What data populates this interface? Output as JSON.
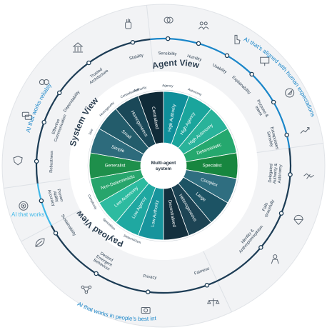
{
  "center": {
    "line1": "Multi-agent",
    "line2": "system"
  },
  "views": {
    "agent": "Agent View",
    "system": "System View",
    "payload": "Payload View"
  },
  "dimensions": {
    "agent": [
      "Authority",
      "Agency",
      "Autonomy"
    ],
    "system": [
      "Size",
      "Homogeneity",
      "Centralisation"
    ],
    "payload": [
      "Complexity",
      "Specialism",
      "Determinism"
    ]
  },
  "segments": [
    {
      "label": "High Authority",
      "color": "#0f8f9a"
    },
    {
      "label": "High Agency",
      "color": "#1aa59c"
    },
    {
      "label": "High Autonomy",
      "color": "#29b39a"
    },
    {
      "label": "Deterministic",
      "color": "#25a86e"
    },
    {
      "label": "Specialist",
      "color": "#17863f"
    },
    {
      "label": "Complex",
      "color": "#2f6e80"
    },
    {
      "label": "Large",
      "color": "#1c5364"
    },
    {
      "label": "Heterogeneous",
      "color": "#1d4454"
    },
    {
      "label": "Decentralised",
      "color": "#13303e"
    },
    {
      "label": "Low Authority",
      "color": "#17949c"
    },
    {
      "label": "Low Agency",
      "color": "#1fa8a1"
    },
    {
      "label": "Low Autonomy",
      "color": "#2dbba0"
    },
    {
      "label": "Non-Deterministic",
      "color": "#27a56c"
    },
    {
      "label": "Generalist",
      "color": "#1e8f4b"
    },
    {
      "label": "Simple",
      "color": "#2d6b7c"
    },
    {
      "label": "Small",
      "color": "#235c6b"
    },
    {
      "label": "Homogeneous",
      "color": "#1a4858"
    },
    {
      "label": "Centralised",
      "color": "#102b38"
    }
  ],
  "groups": [
    {
      "label": "AI that works reliably"
    },
    {
      "label": "AI that's aligned with human expectations"
    },
    {
      "label": "AI that works"
    },
    {
      "label": "AI that works in people's best interests"
    }
  ],
  "principles": [
    {
      "label": "Stability",
      "icon": "hand-stop-icon"
    },
    {
      "label": "Sensibility",
      "icon": "brain-icon"
    },
    {
      "label": "Humility",
      "icon": "people-icon"
    },
    {
      "label": "Usability",
      "icon": "pointer-hand-icon"
    },
    {
      "label": "Explainability",
      "icon": "presentation-icon"
    },
    {
      "label": "Purpose & Intent",
      "icon": "compass-icon"
    },
    {
      "label": "Extrapolates Sensibly",
      "icon": "trend-arrow-icon"
    },
    {
      "label": "Delegated Authority & Autonomy",
      "icon": "handshake-icon"
    },
    {
      "label": "Fails Gracefully",
      "icon": "parachute-icon"
    },
    {
      "label": "Identity & Anthropomorphism",
      "icon": "person-icon"
    },
    {
      "label": "Fairness",
      "icon": "scales-icon"
    },
    {
      "label": "Privacy",
      "icon": "camera-icon"
    },
    {
      "label": "Desired Emergent Behaviour",
      "icon": "network-icon"
    },
    {
      "label": "Sustainability",
      "icon": "leaf-icon"
    },
    {
      "label": "Proven Ability Accuracy",
      "icon": "target-icon"
    },
    {
      "label": "Robustness",
      "icon": "shield-icon"
    },
    {
      "label": "Effective Communication",
      "icon": "chat-icon"
    },
    {
      "label": "Dependability",
      "icon": "link-icon"
    },
    {
      "label": "Trusted Architecture",
      "icon": "building-icon"
    }
  ],
  "colors": {
    "outer_ring": "#f2f3f5",
    "outer_border": "#e1e4e8",
    "arc_blue": "#1a86c9",
    "arc_dark": "#1c3c55",
    "arc_light": "#3fb8e8",
    "title_text": "#2b3e50",
    "group_text": "#1a86c9",
    "icon_stroke": "#5a6470"
  }
}
